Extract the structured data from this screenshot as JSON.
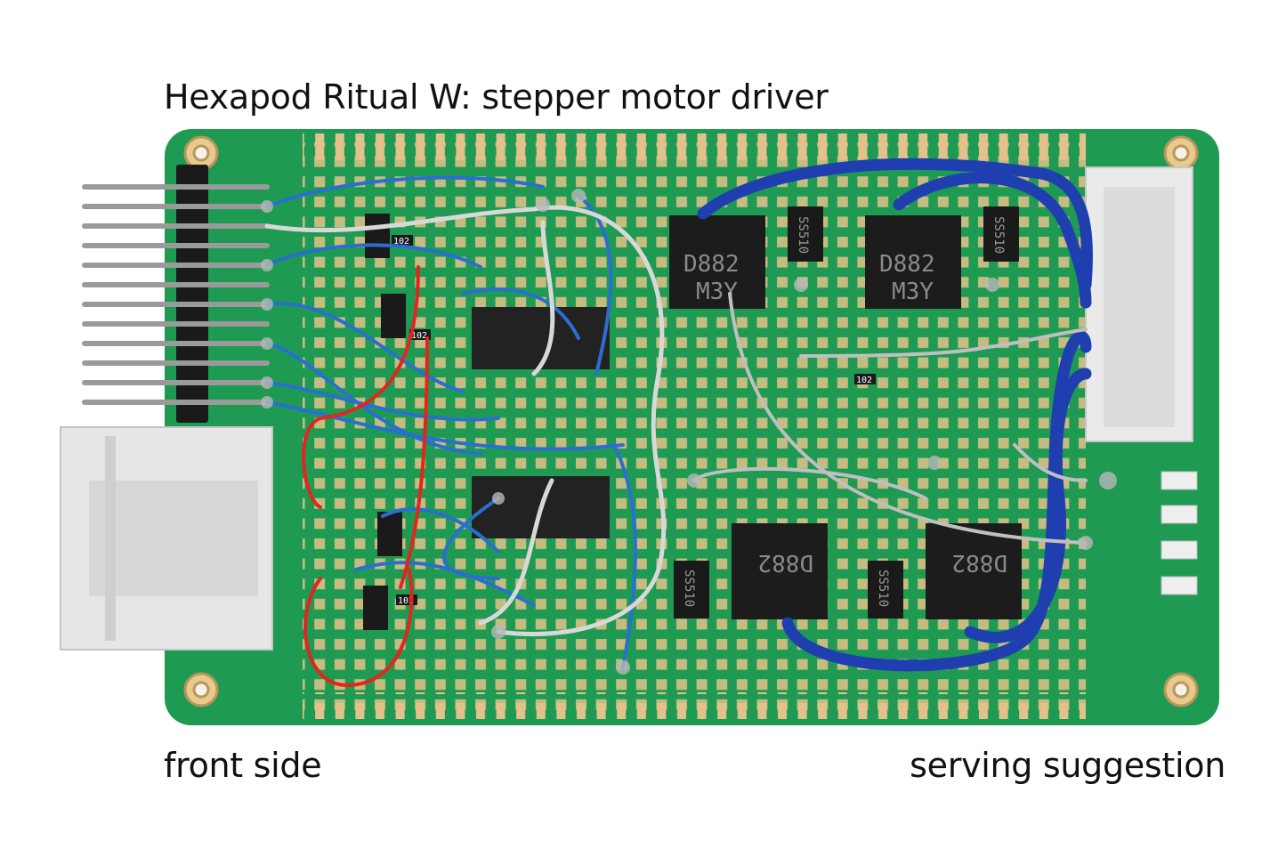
{
  "captions": {
    "title": "Hexapod Ritual W:  stepper motor driver",
    "bottom_left": "front side",
    "bottom_right": "serving suggestion"
  },
  "components": {
    "transistor_marking_top": "D882",
    "transistor_code_top": "M3Y",
    "transistor_marking_bottom": "D882",
    "diode_marking": "SS510",
    "resistor_marking": "102"
  },
  "colors": {
    "pcb": "#1f9a52",
    "pad": "#e2c28a",
    "wire_blue": "#2a6fd0",
    "wire_heavy": "#1f3fb0",
    "wire_red": "#e0261f",
    "wire_white": "#d8d8d8",
    "connector": "#e6e6e6"
  }
}
